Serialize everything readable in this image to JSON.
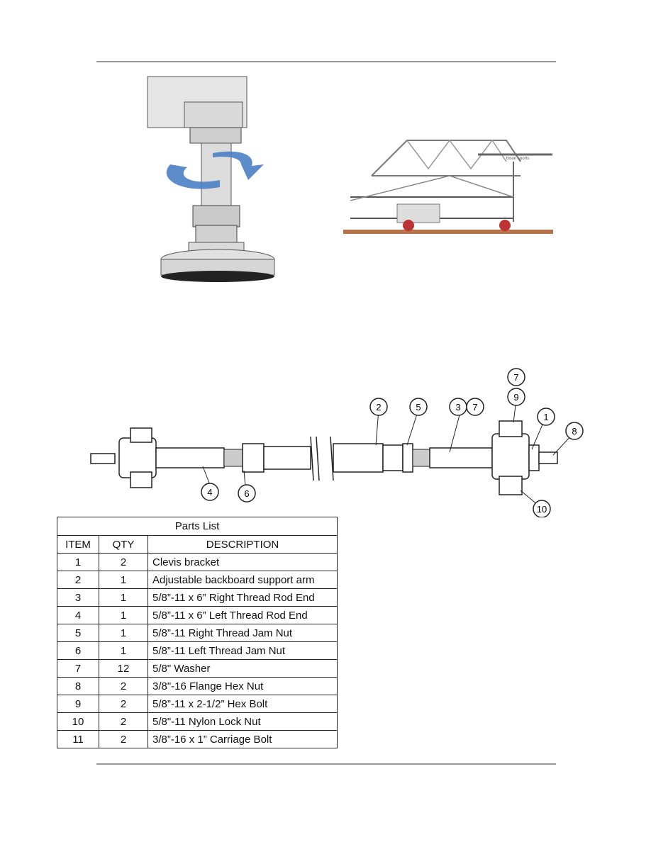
{
  "parts_list": {
    "title": "Parts List",
    "headers": [
      "ITEM",
      "QTY",
      "DESCRIPTION"
    ],
    "rows": [
      {
        "item": "1",
        "qty": "2",
        "description": "Clevis bracket"
      },
      {
        "item": "2",
        "qty": "1",
        "description": "Adjustable backboard support arm"
      },
      {
        "item": "3",
        "qty": "1",
        "description": "5/8”-11 x 6” Right Thread Rod End"
      },
      {
        "item": "4",
        "qty": "1",
        "description": "5/8”-11 x 6” Left Thread Rod End"
      },
      {
        "item": "5",
        "qty": "1",
        "description": "5/8”-11 Right Thread Jam Nut"
      },
      {
        "item": "6",
        "qty": "1",
        "description": "5/8”-11 Left Thread Jam Nut"
      },
      {
        "item": "7",
        "qty": "12",
        "description": "5/8\" Washer"
      },
      {
        "item": "8",
        "qty": "2",
        "description": "3/8\"-16 Flange Hex Nut"
      },
      {
        "item": "9",
        "qty": "2",
        "description": "5/8”-11 x 2-1/2” Hex Bolt"
      },
      {
        "item": "10",
        "qty": "2",
        "description": "5/8\"-11 Nylon Lock Nut"
      },
      {
        "item": "11",
        "qty": "2",
        "description": "3/8”-16 x 1” Carriage Bolt"
      }
    ]
  },
  "callouts": {
    "c2": "2",
    "c5": "5",
    "c3": "3",
    "c7a": "7",
    "c7b": "7",
    "c9": "9",
    "c1": "1",
    "c8": "8",
    "c4": "4",
    "c6": "6",
    "c10": "10"
  },
  "brand": {
    "logo_text": "bison sports"
  }
}
